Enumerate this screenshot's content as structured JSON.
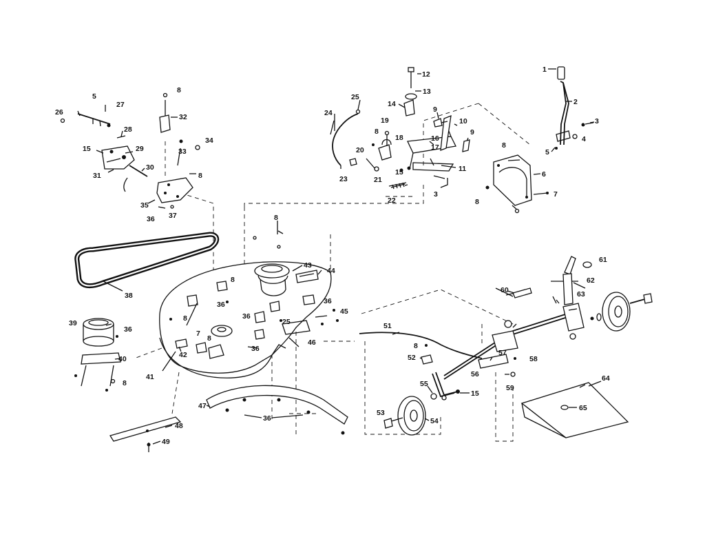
{
  "diagram": {
    "callouts": [
      {
        "id": "c-1-top",
        "text": "1"
      },
      {
        "id": "c-2",
        "text": "2"
      },
      {
        "id": "c-3-right",
        "text": "3"
      },
      {
        "id": "c-4",
        "text": "4"
      },
      {
        "id": "c-5-right",
        "text": "5"
      },
      {
        "id": "c-6",
        "text": "6"
      },
      {
        "id": "c-7",
        "text": "7"
      },
      {
        "id": "c-8-plate-top",
        "text": "8"
      },
      {
        "id": "c-8-plate-bottom",
        "text": "8"
      },
      {
        "id": "c-12",
        "text": "12"
      },
      {
        "id": "c-13",
        "text": "13"
      },
      {
        "id": "c-14",
        "text": "14"
      },
      {
        "id": "c-9-a",
        "text": "9"
      },
      {
        "id": "c-10",
        "text": "10"
      },
      {
        "id": "c-9-b",
        "text": "9"
      },
      {
        "id": "c-25",
        "text": "25"
      },
      {
        "id": "c-24",
        "text": "24"
      },
      {
        "id": "c-19",
        "text": "19"
      },
      {
        "id": "c-8-mid",
        "text": "8"
      },
      {
        "id": "c-18",
        "text": "18"
      },
      {
        "id": "c-16",
        "text": "16"
      },
      {
        "id": "c-17",
        "text": "17"
      },
      {
        "id": "c-20",
        "text": "20"
      },
      {
        "id": "c-11",
        "text": "11"
      },
      {
        "id": "c-15-mid",
        "text": "15"
      },
      {
        "id": "c-23",
        "text": "23"
      },
      {
        "id": "c-21",
        "text": "21"
      },
      {
        "id": "c-3-mid",
        "text": "3"
      },
      {
        "id": "c-22",
        "text": "22"
      },
      {
        "id": "c-5-left",
        "text": "5"
      },
      {
        "id": "c-27",
        "text": "27"
      },
      {
        "id": "c-26",
        "text": "26"
      },
      {
        "id": "c-8-topleft",
        "text": "8"
      },
      {
        "id": "c-32",
        "text": "32"
      },
      {
        "id": "c-28",
        "text": "28"
      },
      {
        "id": "c-15-left",
        "text": "15"
      },
      {
        "id": "c-29",
        "text": "29"
      },
      {
        "id": "c-33",
        "text": "33"
      },
      {
        "id": "c-34",
        "text": "34"
      },
      {
        "id": "c-30",
        "text": "30"
      },
      {
        "id": "c-31",
        "text": "31"
      },
      {
        "id": "c-8-bracket",
        "text": "8"
      },
      {
        "id": "c-35",
        "text": "35"
      },
      {
        "id": "c-36-bracket",
        "text": "36"
      },
      {
        "id": "c-37",
        "text": "37"
      },
      {
        "id": "c-8-deck-top",
        "text": "8"
      },
      {
        "id": "c-43",
        "text": "43"
      },
      {
        "id": "c-44",
        "text": "44"
      },
      {
        "id": "c-38-belt",
        "text": "38"
      },
      {
        "id": "c-8-deck-a",
        "text": "8"
      },
      {
        "id": "c-36-a",
        "text": "36"
      },
      {
        "id": "c-36-b",
        "text": "36"
      },
      {
        "id": "c-36-c",
        "text": "36"
      },
      {
        "id": "c-8-deck-b",
        "text": "8"
      },
      {
        "id": "c-25-deck",
        "text": "25"
      },
      {
        "id": "c-45",
        "text": "45"
      },
      {
        "id": "c-46",
        "text": "46"
      },
      {
        "id": "c-7-deck",
        "text": "7"
      },
      {
        "id": "c-8-deck-c",
        "text": "8"
      },
      {
        "id": "c-36-d",
        "text": "36"
      },
      {
        "id": "c-42",
        "text": "42"
      },
      {
        "id": "c-41",
        "text": "41"
      },
      {
        "id": "c-39",
        "text": "39"
      },
      {
        "id": "c-36-pulley",
        "text": "36"
      },
      {
        "id": "c-40",
        "text": "40"
      },
      {
        "id": "c-8-pulley",
        "text": "8"
      },
      {
        "id": "c-47",
        "text": "47"
      },
      {
        "id": "c-36-baffle",
        "text": "36"
      },
      {
        "id": "c-48",
        "text": "48"
      },
      {
        "id": "c-49",
        "text": "49"
      },
      {
        "id": "c-60",
        "text": "60"
      },
      {
        "id": "c-61",
        "text": "61"
      },
      {
        "id": "c-62",
        "text": "62"
      },
      {
        "id": "c-63",
        "text": "63"
      },
      {
        "id": "c-51",
        "text": "51"
      },
      {
        "id": "c-8-axle",
        "text": "8"
      },
      {
        "id": "c-52",
        "text": "52"
      },
      {
        "id": "c-57",
        "text": "57"
      },
      {
        "id": "c-58",
        "text": "58"
      },
      {
        "id": "c-56",
        "text": "56"
      },
      {
        "id": "c-59",
        "text": "59"
      },
      {
        "id": "c-55",
        "text": "55"
      },
      {
        "id": "c-15-wheel",
        "text": "15"
      },
      {
        "id": "c-53",
        "text": "53"
      },
      {
        "id": "c-54",
        "text": "54"
      },
      {
        "id": "c-64",
        "text": "64"
      },
      {
        "id": "c-65",
        "text": "65"
      }
    ]
  }
}
